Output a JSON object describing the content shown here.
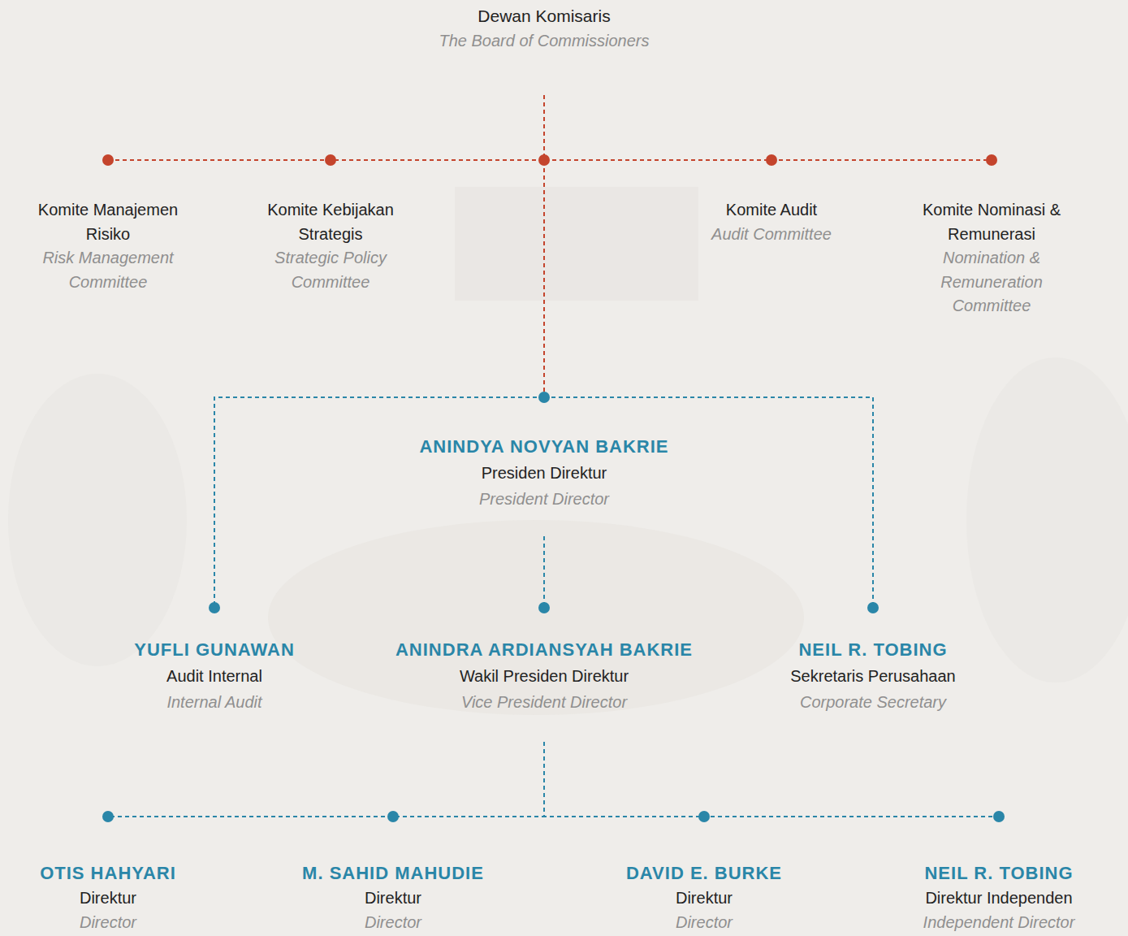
{
  "diagram": {
    "nodes": [
      {
        "text": [
          "Dewan Komisaris",
          "The Board of Commissioners"
        ]
      },
      {
        "text": [
          "Komite Manajemen Risiko",
          "Risk Management Committee"
        ]
      },
      {
        "text": [
          "Komite Kebijakan Strategis",
          "Strategic Policy Committee"
        ]
      },
      {
        "text": [
          "Komite Audit",
          "Audit Committee"
        ]
      },
      {
        "text": [
          "Komite Nominasi & Remunerasi",
          "Nomination & Remuneration Committee"
        ]
      },
      {
        "text": [
          "ANINDYA NOVYAN BAKRIE",
          "Presiden Direktur",
          "President Director"
        ]
      },
      {
        "text": [
          "YUFLI GUNAWAN",
          "Audit Internal",
          "Internal Audit"
        ]
      },
      {
        "text": [
          "ANINDRA ARDIANSYAH BAKRIE",
          "Wakil Presiden Direktur",
          "Vice President Director"
        ]
      },
      {
        "text": [
          "NEIL R. TOBING",
          "Sekretaris Perusahaan",
          "Corporate Secretary"
        ]
      },
      {
        "text": [
          "OTIS HAHYARI",
          "Direktur",
          "Director"
        ]
      },
      {
        "text": [
          "M. SAHID MAHUDIE",
          "Direktur",
          "Director"
        ]
      },
      {
        "text": [
          "DAVID E. BURKE",
          "Direktur",
          "Director"
        ]
      },
      {
        "text": [
          "NEIL R. TOBING",
          "Direktur Independen",
          "Independent Director"
        ]
      }
    ],
    "edges": [
      {
        "from": 0,
        "to": 1,
        "arrow": "none"
      },
      {
        "from": 0,
        "to": 2,
        "arrow": "none"
      },
      {
        "from": 0,
        "to": 3,
        "arrow": "none"
      },
      {
        "from": 0,
        "to": 4,
        "arrow": "none"
      },
      {
        "from": 0,
        "to": 5,
        "arrow": "none"
      },
      {
        "from": 5,
        "to": 6,
        "arrow": "none"
      },
      {
        "from": 5,
        "to": 7,
        "arrow": "none"
      },
      {
        "from": 5,
        "to": 8,
        "arrow": "none"
      },
      {
        "from": 7,
        "to": 9,
        "arrow": "none"
      },
      {
        "from": 7,
        "to": 10,
        "arrow": "none"
      },
      {
        "from": 7,
        "to": 11,
        "arrow": "none"
      },
      {
        "from": 7,
        "to": 12,
        "arrow": "none"
      }
    ]
  }
}
